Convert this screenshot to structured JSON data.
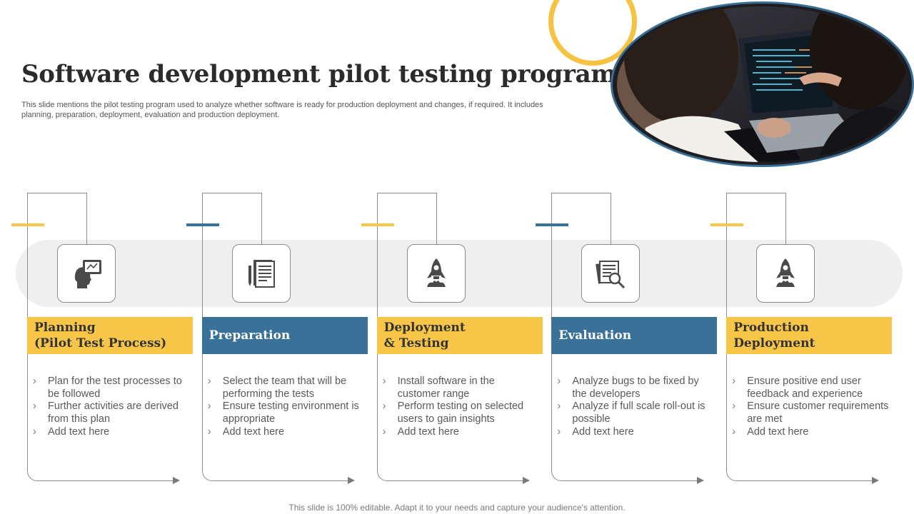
{
  "slide": {
    "title": "Software development pilot testing program",
    "subtitle": "This slide mentions the pilot testing program used to analyze whether software is ready for production deployment and changes, if required. It includes planning, preparation, deployment, evaluation and production deployment.",
    "footer": "This slide is 100% editable. Adapt it to your needs and capture your audience's attention."
  },
  "colors": {
    "yellow": "#f7c548",
    "blue": "#3a7199",
    "outline": "#3a6f95"
  },
  "steps": [
    {
      "header": "Planning\n(Pilot Test Process)",
      "color": "yellow",
      "icon": "planning-head-icon",
      "bullets": [
        "Plan for the test processes to be followed",
        "Further activities are derived from this plan",
        "Add text here"
      ]
    },
    {
      "header": "Preparation",
      "color": "blue",
      "icon": "document-pen-icon",
      "bullets": [
        "Select the team that will be performing the tests",
        "Ensure testing environment is appropriate",
        "Add text here"
      ]
    },
    {
      "header": "Deployment\n& Testing",
      "color": "yellow",
      "icon": "rocket-icon",
      "bullets": [
        "Install software in the customer range",
        "Perform testing on selected users to gain insights",
        "Add text here"
      ]
    },
    {
      "header": "Evaluation",
      "color": "blue",
      "icon": "document-search-icon",
      "bullets": [
        "Analyze bugs to be fixed by the developers",
        "Analyze if full scale roll-out is possible",
        "Add text here"
      ]
    },
    {
      "header": "Production\nDeployment",
      "color": "yellow",
      "icon": "rocket-icon",
      "bullets": [
        "Ensure positive end user feedback and experience",
        "Ensure customer requirements are met",
        "Add text here"
      ]
    }
  ]
}
